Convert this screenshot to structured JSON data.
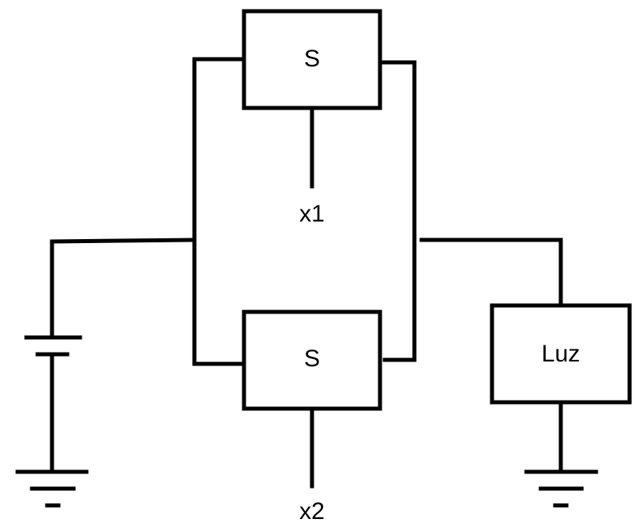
{
  "diagram": {
    "switch_top": {
      "label": "S"
    },
    "switch_bottom": {
      "label": "S"
    },
    "input_1": {
      "label": "x1"
    },
    "input_2": {
      "label": "x2"
    },
    "lamp": {
      "label": "Luz"
    }
  },
  "colors": {
    "line": "#000000",
    "background": "#ffffff"
  }
}
